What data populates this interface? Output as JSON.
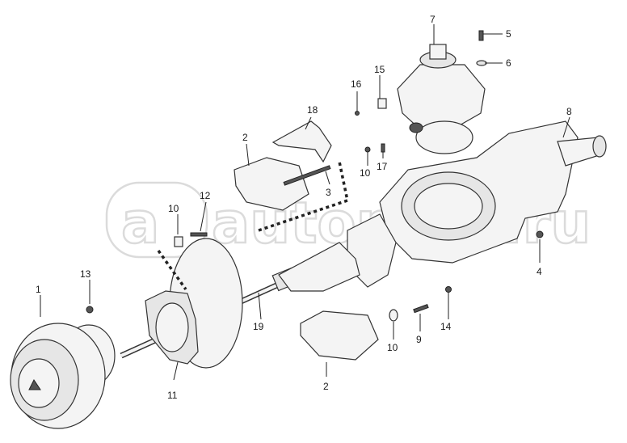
{
  "watermark": {
    "logo_text": "a",
    "text": "autopiter.ru"
  },
  "callouts": [
    {
      "id": "c1",
      "label": "1"
    },
    {
      "id": "c2a",
      "label": "2"
    },
    {
      "id": "c2b",
      "label": "2"
    },
    {
      "id": "c3",
      "label": "3"
    },
    {
      "id": "c4",
      "label": "4"
    },
    {
      "id": "c5",
      "label": "5"
    },
    {
      "id": "c6",
      "label": "6"
    },
    {
      "id": "c7",
      "label": "7"
    },
    {
      "id": "c8",
      "label": "8"
    },
    {
      "id": "c9",
      "label": "9"
    },
    {
      "id": "c10a",
      "label": "10"
    },
    {
      "id": "c10b",
      "label": "10"
    },
    {
      "id": "c10c",
      "label": "10"
    },
    {
      "id": "c11",
      "label": "11"
    },
    {
      "id": "c12",
      "label": "12"
    },
    {
      "id": "c13",
      "label": "13"
    },
    {
      "id": "c14",
      "label": "14"
    },
    {
      "id": "c15",
      "label": "15"
    },
    {
      "id": "c16",
      "label": "16"
    },
    {
      "id": "c17",
      "label": "17"
    },
    {
      "id": "c18",
      "label": "18"
    },
    {
      "id": "c19",
      "label": "19"
    }
  ]
}
